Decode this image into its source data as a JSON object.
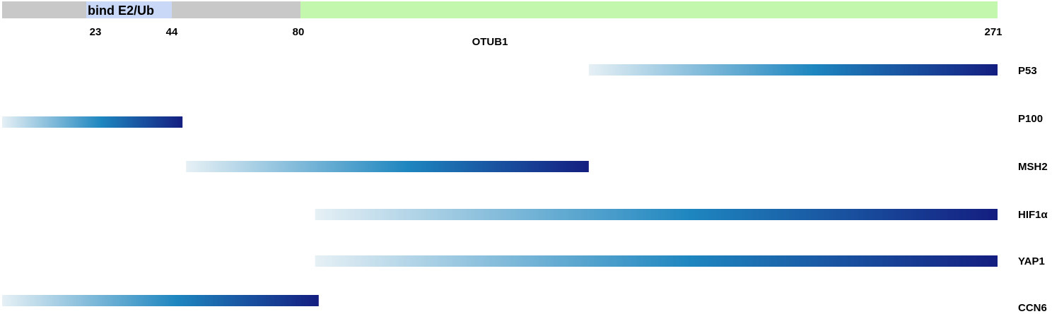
{
  "protein": {
    "name": "OTUB1",
    "length": 271,
    "domains": [
      {
        "label": "",
        "start": 0,
        "end": 80,
        "color": "#c8c8c8"
      },
      {
        "label": "bind E2/Ub",
        "start": 23,
        "end": 44,
        "color": "#c9d8f7"
      },
      {
        "label": "",
        "start": 80,
        "end": 271,
        "color": "#c4f7ae"
      }
    ],
    "ticks": [
      "23",
      "44",
      "80",
      "271"
    ]
  },
  "interactors": [
    {
      "name": "P53",
      "start": 159,
      "end": 271
    },
    {
      "name": "P100",
      "start": 0,
      "end": 47
    },
    {
      "name": "MSH2",
      "start": 48,
      "end": 159
    },
    {
      "name": "HIF1α",
      "start": 84,
      "end": 271
    },
    {
      "name": "YAP1",
      "start": 84,
      "end": 271
    },
    {
      "name": "CCN6",
      "start": 0,
      "end": 85
    }
  ],
  "colors": {
    "gradient_start": "#e6f0f5",
    "gradient_mid": "#1e86bf",
    "gradient_end": "#141e80"
  }
}
